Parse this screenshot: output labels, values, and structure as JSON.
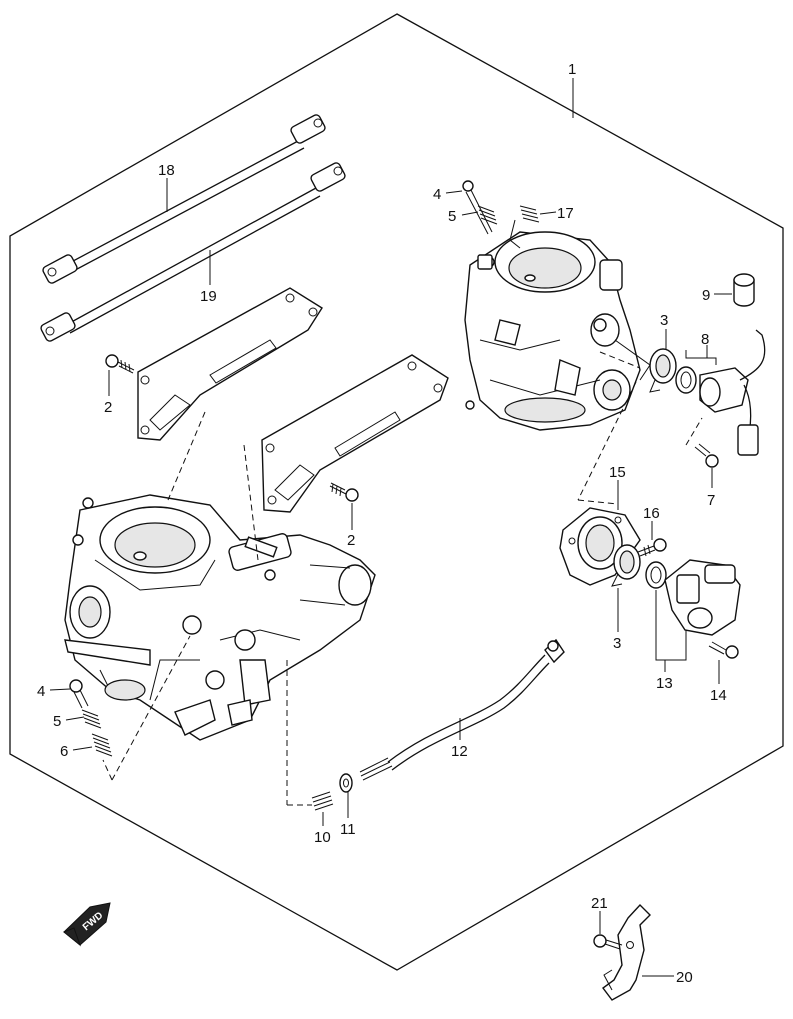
{
  "callouts": {
    "c1": "1",
    "c2a": "2",
    "c2b": "2",
    "c3a": "3",
    "c3b": "3",
    "c4a": "4",
    "c4b": "4",
    "c5a": "5",
    "c5b": "5",
    "c6": "6",
    "c7": "7",
    "c8": "8",
    "c9": "9",
    "c10": "10",
    "c11": "11",
    "c12": "12",
    "c13": "13",
    "c14": "14",
    "c15": "15",
    "c16": "16",
    "c17": "17",
    "c18": "18",
    "c19": "19",
    "c20": "20",
    "c21": "21"
  },
  "fwd_label": "FWD"
}
